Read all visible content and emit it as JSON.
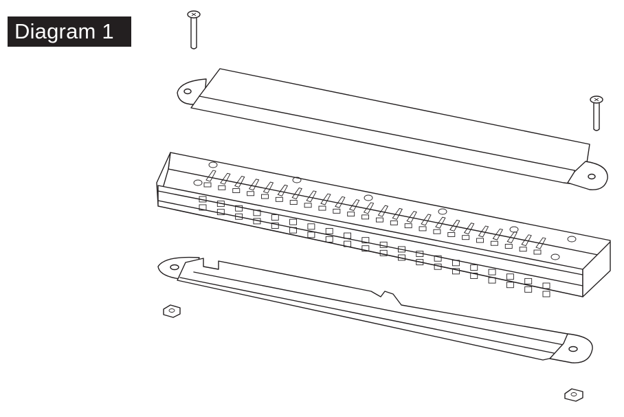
{
  "label": {
    "text": "Diagram 1",
    "background": "#231f20",
    "color": "#ffffff"
  },
  "line_color": "#231f20",
  "comb": {
    "channels": 20,
    "reed_slots": 24,
    "screw_heads": 8
  }
}
